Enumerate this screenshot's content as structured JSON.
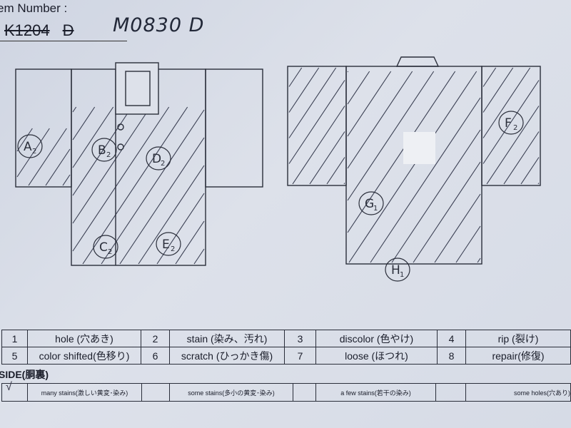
{
  "header": {
    "item_number_label": "em Number :",
    "old_number": "K1204",
    "old_suffix": "D",
    "new_number": "M0830 D"
  },
  "front_marks": [
    {
      "letter": "A",
      "sub": "2"
    },
    {
      "letter": "B",
      "sub": "2"
    },
    {
      "letter": "C",
      "sub": "2"
    },
    {
      "letter": "D",
      "sub": "2"
    },
    {
      "letter": "E",
      "sub": "2"
    }
  ],
  "back_marks": [
    {
      "letter": "F",
      "sub": "2"
    },
    {
      "letter": "G",
      "sub": "1"
    },
    {
      "letter": "H",
      "sub": "1"
    }
  ],
  "legend": [
    [
      {
        "num": "1",
        "label": "hole (穴あき)"
      },
      {
        "num": "2",
        "label": "stain (染み、汚れ)"
      },
      {
        "num": "3",
        "label": "discolor (色やけ)"
      },
      {
        "num": "4",
        "label": "rip (裂け)"
      }
    ],
    [
      {
        "num": "5",
        "label": "color shifted(色移り)"
      },
      {
        "num": "6",
        "label": "scratch (ひっかき傷)"
      },
      {
        "num": "7",
        "label": "loose (ほつれ)"
      },
      {
        "num": "8",
        "label": "repair(修復)"
      }
    ]
  ],
  "side": {
    "title": "SIDE(胴裏)",
    "check": "√",
    "options": [
      "many stains(激しい黄変･染み)",
      "some stains(多小の黄変･染み)",
      "a few stains(若干の染み)",
      "some holes(穴あり)"
    ]
  }
}
